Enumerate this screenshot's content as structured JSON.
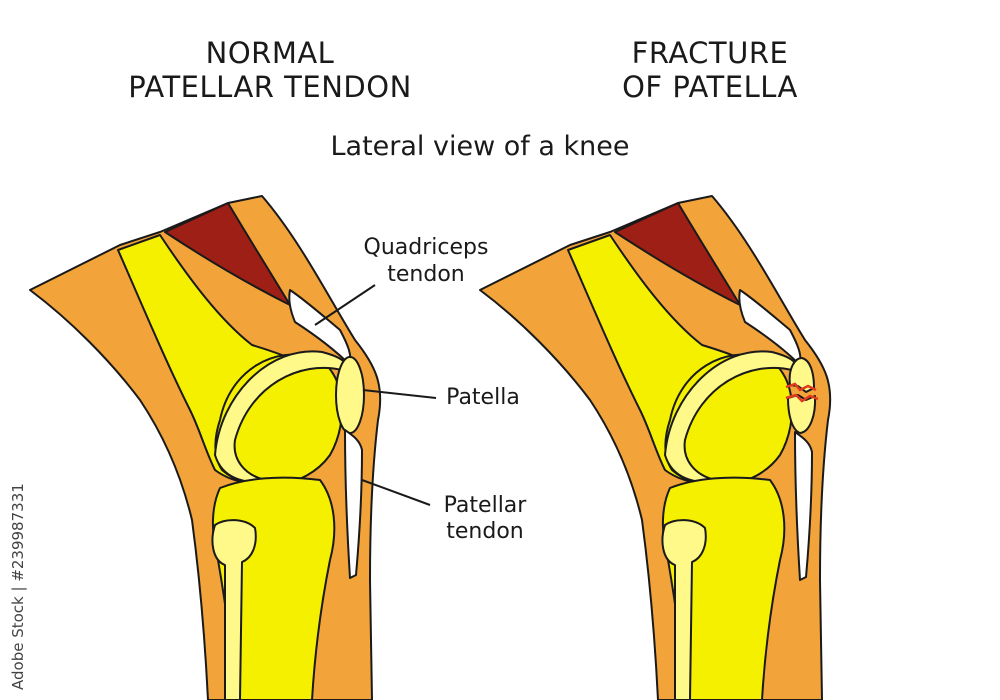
{
  "titles": {
    "left": "NORMAL\nPATELLAR TENDON",
    "right": "FRACTURE\nOF PATELLA"
  },
  "subtitle": "Lateral view of a knee",
  "labels": {
    "quadriceps_line1": "Quadriceps",
    "quadriceps_line2": "tendon",
    "patella": "Patella",
    "patellar_tendon_line1": "Patellar",
    "patellar_tendon_line2": "tendon"
  },
  "watermark": "Adobe Stock | #239987331",
  "colors": {
    "skin": "#F2A33A",
    "bone": "#F4F000",
    "bone_light": "#FFF98A",
    "muscle": "#9E1F16",
    "tendon": "#FFFFFF",
    "outline": "#1a1a1a",
    "fracture": "#E23A1E"
  }
}
